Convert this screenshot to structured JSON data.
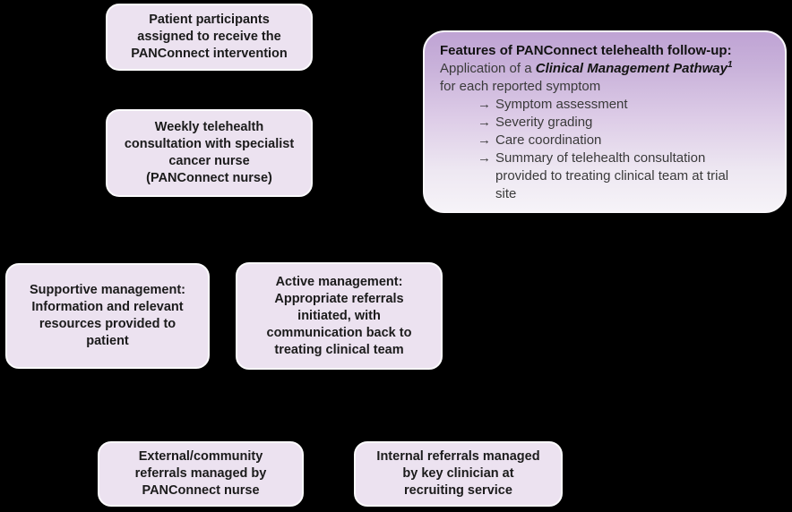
{
  "figure": {
    "background_color": "#000000",
    "node_fill_color": "#ece2f0",
    "node_border_color": "#fcfbfd",
    "feature_gradient_top": "#bfa3d4",
    "feature_gradient_bottom": "#f6f3f8",
    "text_color": "#1b1b1b"
  },
  "nodes": {
    "patient": {
      "lines": [
        "Patient participants",
        "assigned to receive the",
        "PANConnect intervention"
      ]
    },
    "weekly": {
      "lines": [
        "Weekly telehealth",
        "consultation with specialist",
        "cancer nurse",
        "(PANConnect nurse)"
      ]
    },
    "supportive": {
      "lines": [
        "Supportive management:",
        "Information and relevant",
        "resources provided to",
        "patient"
      ]
    },
    "active": {
      "lines": [
        "Active management:",
        "Appropriate referrals",
        "initiated, with",
        "communication back to",
        "treating clinical team"
      ]
    },
    "external": {
      "lines": [
        "External/community",
        "referrals managed by",
        "PANConnect nurse"
      ]
    },
    "internal": {
      "lines": [
        "Internal referrals managed",
        "by key clinician at",
        "recruiting service"
      ]
    }
  },
  "features": {
    "title": "Features of PANConnect telehealth follow-up:",
    "application_prefix": "Application of a ",
    "application_emphasis": "Clinical Management Pathway",
    "application_superscript": "1",
    "application_suffix": "for each reported symptom",
    "arrow": "→",
    "bullets": [
      "Symptom assessment",
      "Severity grading",
      "Care coordination",
      [
        "Summary of telehealth consultation",
        "provided to treating clinical team at trial",
        "site"
      ]
    ]
  }
}
